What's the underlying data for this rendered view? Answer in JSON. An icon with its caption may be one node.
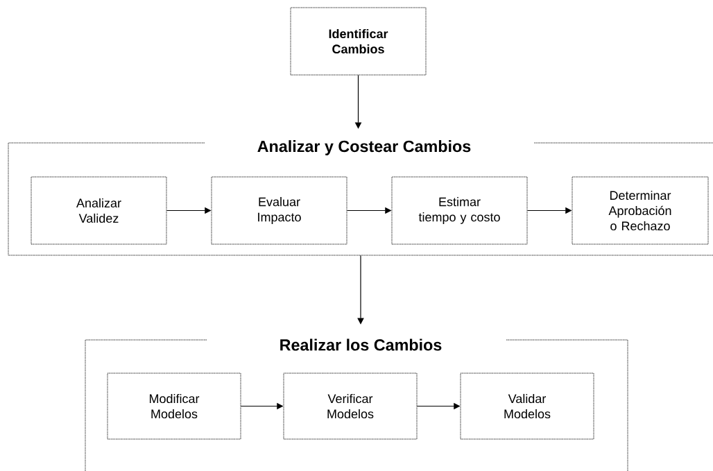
{
  "diagram": {
    "nodes": [
      {
        "text": [
          "Identificar Cambios"
        ]
      },
      {
        "text": [
          "Analizar y Costear Cambios"
        ]
      },
      {
        "text": [
          "Analizar Validez"
        ],
        "in": 1
      },
      {
        "text": [
          "Evaluar Impacto"
        ],
        "in": 1
      },
      {
        "text": [
          "Estimar tiempo y costo"
        ],
        "in": 1
      },
      {
        "text": [
          "Determinar Aprobación o Rechazo"
        ],
        "in": 1
      },
      {
        "text": [
          "Realizar los Cambios"
        ]
      },
      {
        "text": [
          "Modificar Modelos"
        ],
        "in": 6
      },
      {
        "text": [
          "Verificar Modelos"
        ],
        "in": 6
      },
      {
        "text": [
          "Validar Modelos"
        ],
        "in": 6
      }
    ],
    "edges": [
      {
        "from": 0,
        "to": 1,
        "arrow": "to"
      },
      {
        "from": 2,
        "to": 3,
        "arrow": "to"
      },
      {
        "from": 3,
        "to": 4,
        "arrow": "to"
      },
      {
        "from": 4,
        "to": 5,
        "arrow": "to"
      },
      {
        "from": 1,
        "to": 6,
        "arrow": "to"
      },
      {
        "from": 7,
        "to": 8,
        "arrow": "to"
      },
      {
        "from": 8,
        "to": 9,
        "arrow": "to"
      }
    ]
  }
}
